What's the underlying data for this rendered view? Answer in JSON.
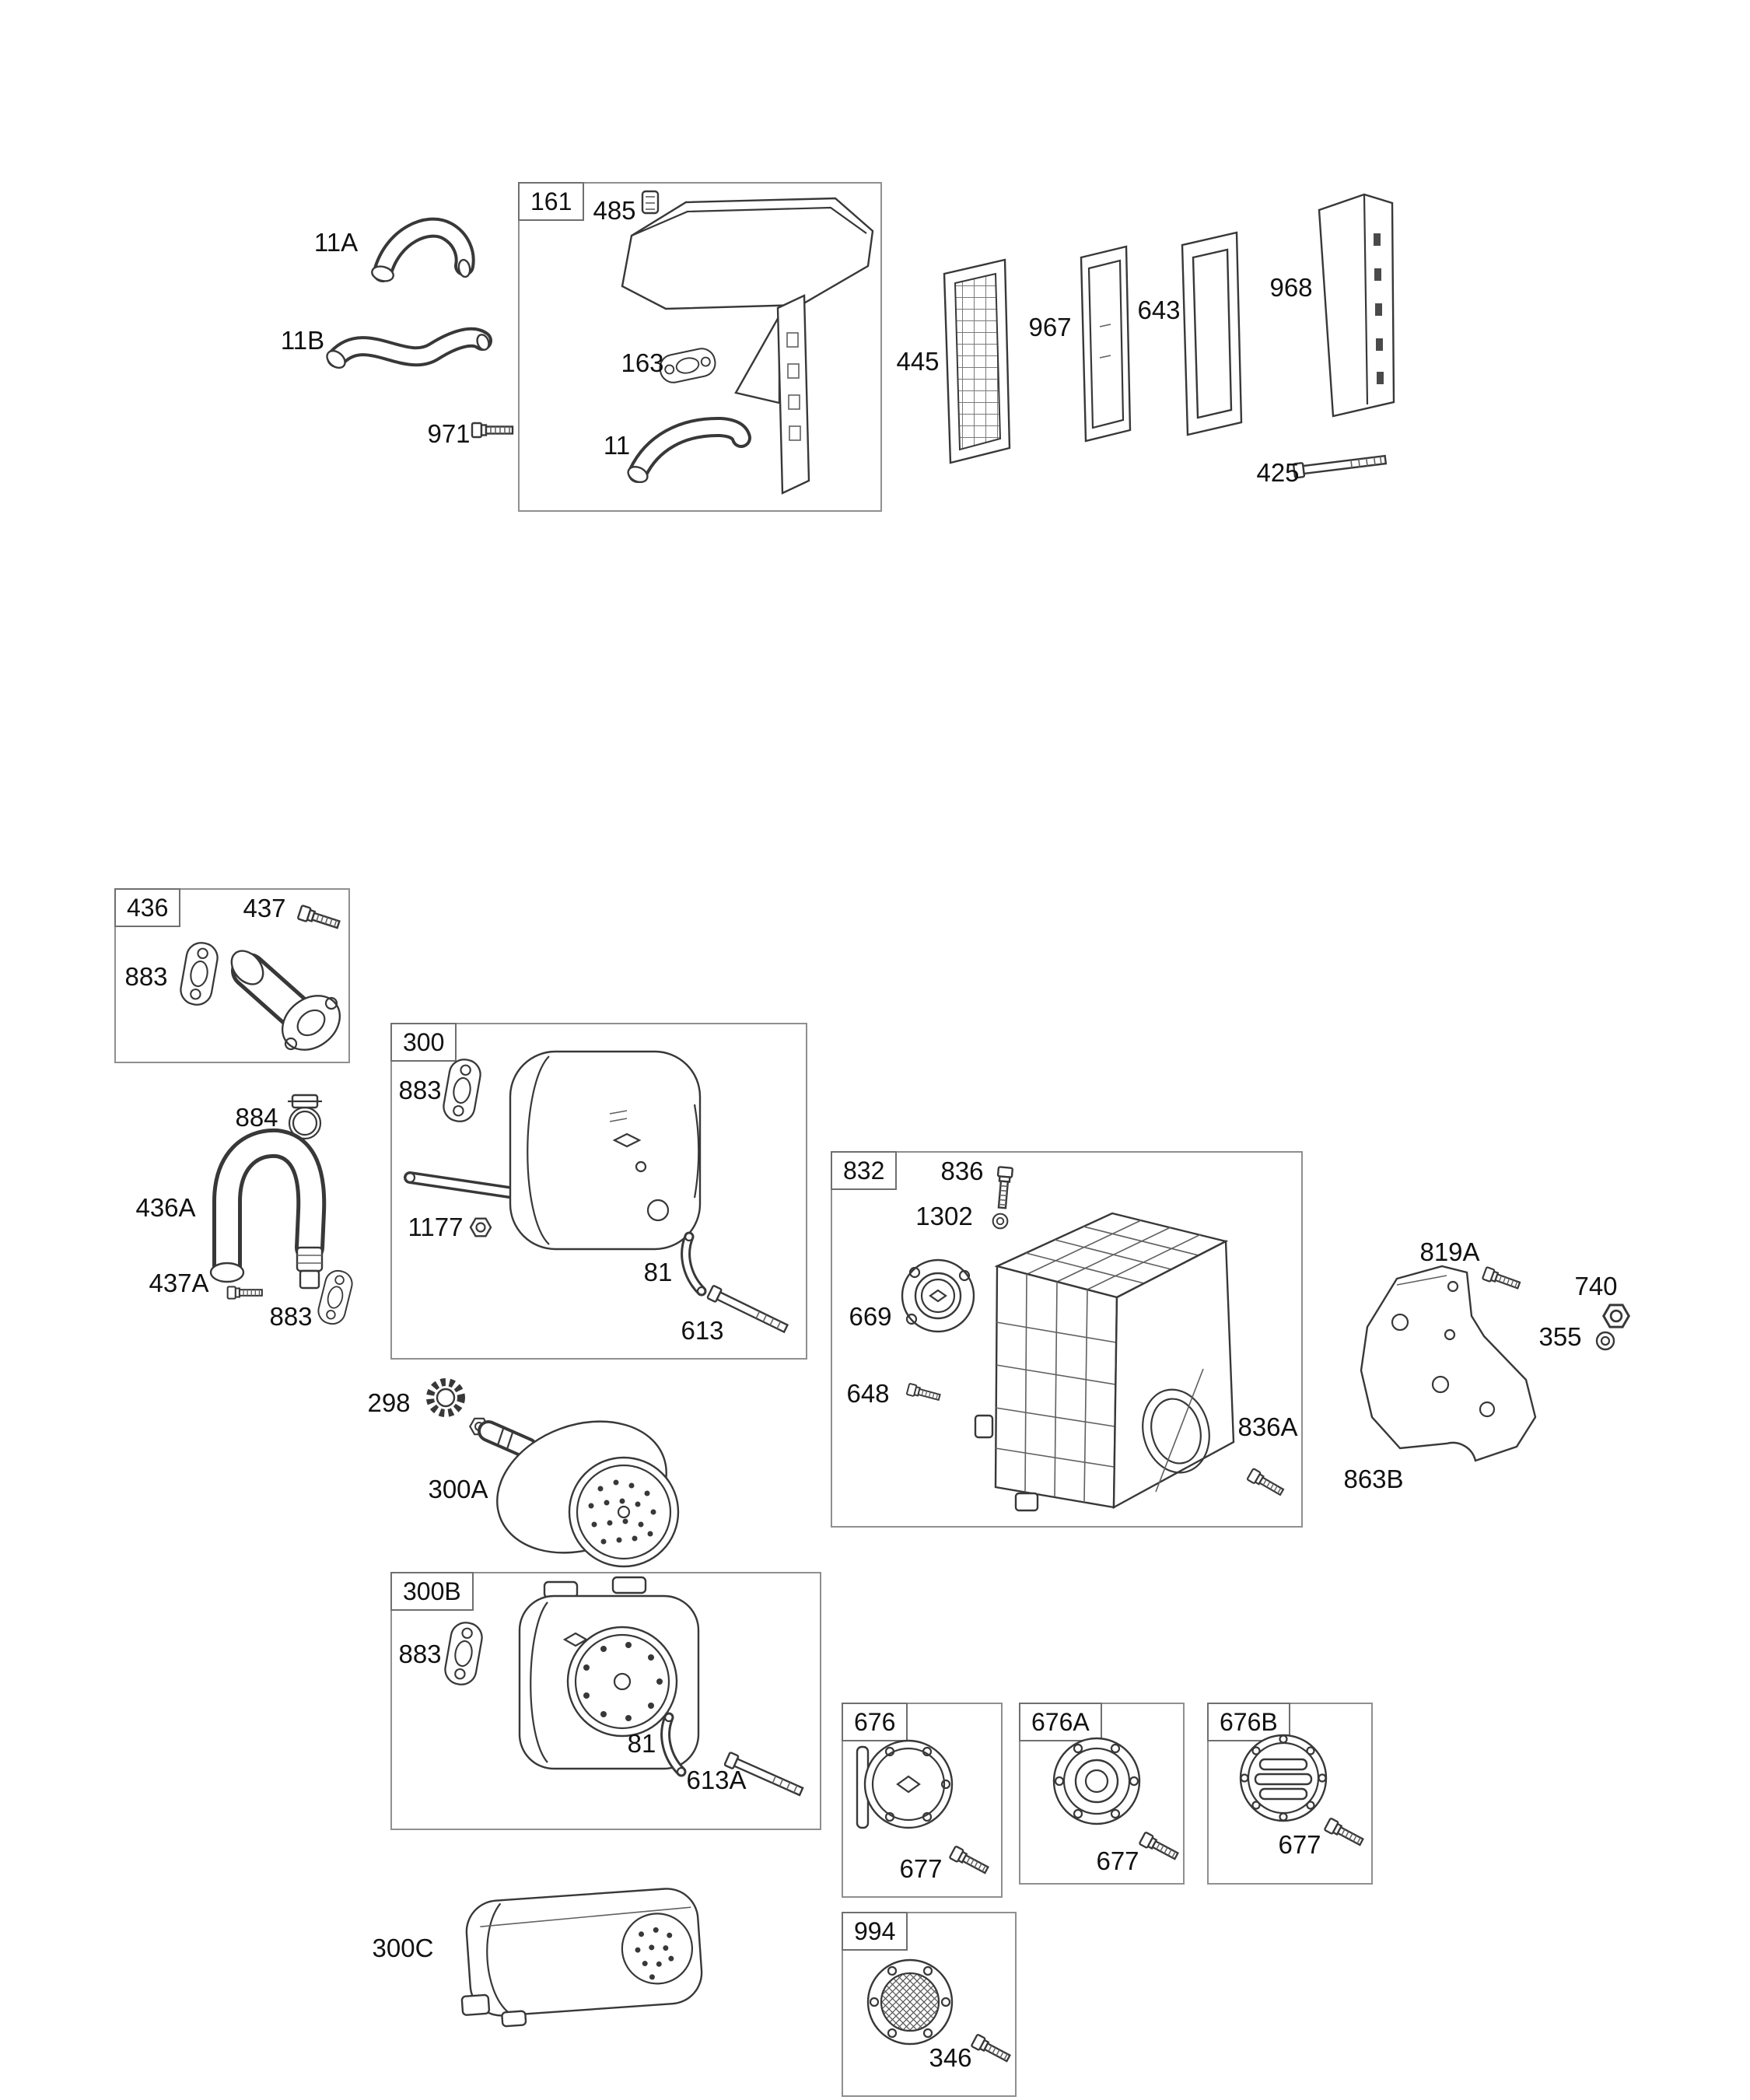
{
  "palette": {
    "background": "#ffffff",
    "line": "#383838",
    "box_border": "#8f8f8f",
    "text": "#111111"
  },
  "groups": {
    "g161": {
      "label": "161"
    },
    "g436": {
      "label": "436"
    },
    "g300": {
      "label": "300"
    },
    "g832": {
      "label": "832"
    },
    "g300B": {
      "label": "300B"
    },
    "g676": {
      "label": "676"
    },
    "g676A": {
      "label": "676A"
    },
    "g676B": {
      "label": "676B"
    },
    "g994": {
      "label": "994"
    }
  },
  "labels": {
    "l11A": {
      "text": "11A"
    },
    "l11B": {
      "text": "11B"
    },
    "l971": {
      "text": "971"
    },
    "l485": {
      "text": "485"
    },
    "l163": {
      "text": "163"
    },
    "l11": {
      "text": "11"
    },
    "l445": {
      "text": "445"
    },
    "l967": {
      "text": "967"
    },
    "l643": {
      "text": "643"
    },
    "l968": {
      "text": "968"
    },
    "l425": {
      "text": "425"
    },
    "l437": {
      "text": "437"
    },
    "l883a": {
      "text": "883"
    },
    "l884": {
      "text": "884"
    },
    "l436A": {
      "text": "436A"
    },
    "l437A": {
      "text": "437A"
    },
    "l883b": {
      "text": "883"
    },
    "l883c": {
      "text": "883"
    },
    "l1177": {
      "text": "1177"
    },
    "l81a": {
      "text": "81"
    },
    "l613": {
      "text": "613"
    },
    "l298": {
      "text": "298"
    },
    "l300A": {
      "text": "300A"
    },
    "l836": {
      "text": "836"
    },
    "l1302": {
      "text": "1302"
    },
    "l669": {
      "text": "669"
    },
    "l648": {
      "text": "648"
    },
    "l836A": {
      "text": "836A"
    },
    "l819A": {
      "text": "819A"
    },
    "l740": {
      "text": "740"
    },
    "l355": {
      "text": "355"
    },
    "l863B": {
      "text": "863B"
    },
    "l883d": {
      "text": "883"
    },
    "l81b": {
      "text": "81"
    },
    "l613A": {
      "text": "613A"
    },
    "l300C": {
      "text": "300C"
    },
    "l677a": {
      "text": "677"
    },
    "l677b": {
      "text": "677"
    },
    "l677c": {
      "text": "677"
    },
    "l346": {
      "text": "346"
    }
  }
}
